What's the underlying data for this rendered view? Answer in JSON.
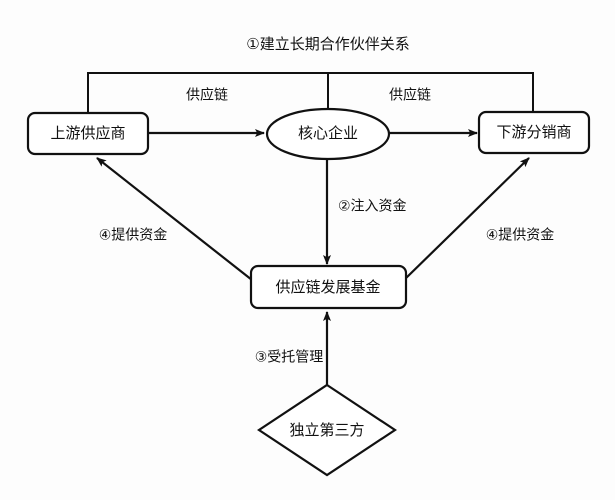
{
  "diagram": {
    "title_annotation": "①建立长期合作伙伴关系",
    "nodes": {
      "upstream_supplier": "上游供应商",
      "core_enterprise": "核心企业",
      "downstream_distributor": "下游分销商",
      "development_fund": "供应链发展基金",
      "independent_third_party": "独立第三方"
    },
    "edge_labels": {
      "supply_chain_left": "供应链",
      "supply_chain_right": "供应链",
      "inject_capital": "②注入资金",
      "entrusted_management": "③受托管理",
      "provide_capital_left": "④提供资金",
      "provide_capital_right": "④提供资金"
    },
    "colors": {
      "stroke": "#111111",
      "fill": "#ffffff",
      "background": "#fdfdfd"
    }
  }
}
